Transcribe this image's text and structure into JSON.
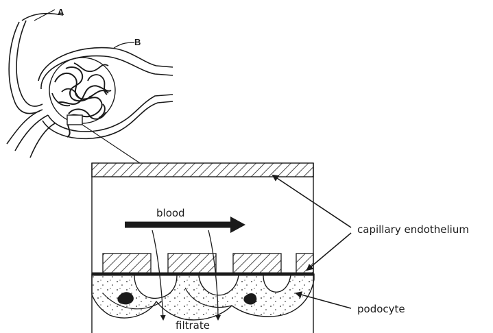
{
  "labels": {
    "a": "A",
    "b": "B",
    "blood": "blood",
    "capillary_endothelium": "capillary endothelium",
    "podocyte": "podocyte",
    "filtrate": "filtrate"
  },
  "colors": {
    "ink": "#1a1a1a",
    "background": "#ffffff"
  }
}
